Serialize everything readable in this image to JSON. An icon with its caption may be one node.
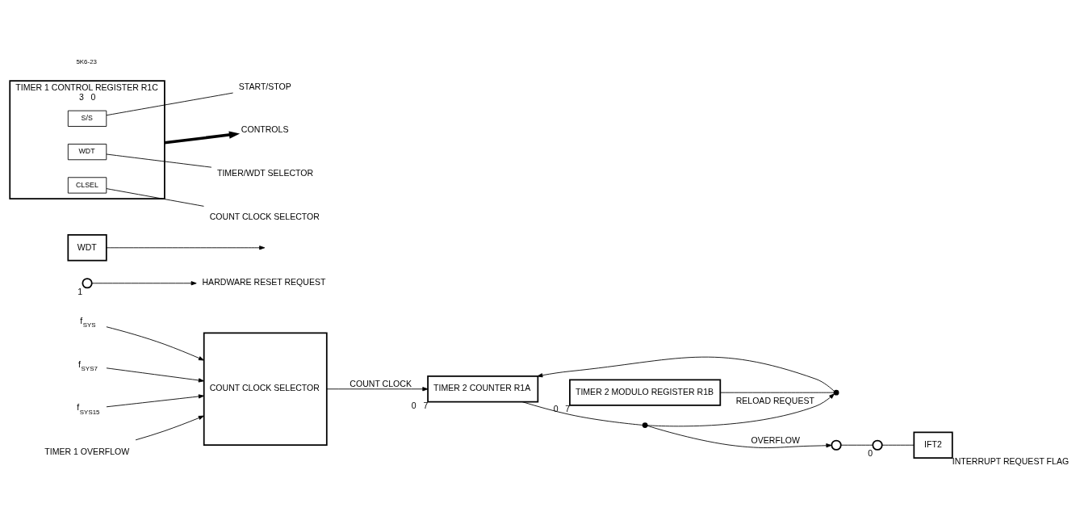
{
  "diagram": {
    "nodes": [
      {
        "text": [
          "COUNT CLOCK SELECTOR"
        ]
      },
      {
        "text": [
          "f$_{SYS}$"
        ]
      },
      {
        "text": [
          "f$_{SYS7}$"
        ]
      },
      {
        "text": [
          "f$_{SYS15}$"
        ]
      },
      {
        "text": [
          "TIMER 1 OVERFLOW"
        ]
      },
      {
        "text": [
          "TIMER 2 MODULO REGISTER R1B"
        ],
        "beside": [
          "0",
          "7"
        ]
      },
      {
        "text": [
          "TIMER 2 COUNTER R1A"
        ],
        "beside": [
          "0",
          "7"
        ]
      },
      {
        "text": [],
        "shape": "dot"
      },
      {
        "text": [],
        "shape": "dot"
      },
      {
        "text": [],
        "shape": "circle"
      },
      {
        "text": [],
        "shape": "circle",
        "beside": [
          "0"
        ]
      },
      {
        "text": [],
        "shape": "circle",
        "beside": [
          "1"
        ]
      },
      {
        "text": [
          "INTERRUPT REQUEST FLAG",
          "IFT2"
        ]
      },
      {
        "text": [
          "HARDWARE RESET REQUEST"
        ]
      },
      {
        "text": [
          "WDT"
        ]
      },
      {
        "text": [
          "TIMER 1 CONTROL REGISTER R1C"
        ],
        "beside": [
          "3",
          "0"
        ]
      },
      {
        "text": [
          "S/S"
        ],
        "in": 15
      },
      {
        "text": [
          "WDT"
        ],
        "in": 15
      },
      {
        "text": [
          "CLSEL"
        ],
        "in": 15
      },
      {
        "text": [
          "CONTROLS"
        ]
      },
      {
        "text": [
          "COUNT CLOCK SELECTOR"
        ]
      },
      {
        "text": [
          "TIMER/WDT SELECTOR"
        ]
      },
      {
        "text": [
          "START/STOP"
        ]
      }
    ],
    "edges": [
      {
        "from": 1,
        "to": 0,
        "arrow": "to"
      },
      {
        "from": 2,
        "to": 0,
        "arrow": "to"
      },
      {
        "from": 3,
        "to": 0,
        "arrow": "to"
      },
      {
        "from": 4,
        "to": 0,
        "arrow": "to"
      },
      {
        "from": 0,
        "to": 6,
        "arrow": "to",
        "label": "COUNT CLOCK"
      },
      {
        "from": 5,
        "to": 7,
        "arrow": "none"
      },
      {
        "from": 7,
        "to": 6,
        "arrow": "to"
      },
      {
        "from": 6,
        "to": 8,
        "arrow": "none"
      },
      {
        "from": 8,
        "to": 7,
        "arrow": "to",
        "label": "RELOAD REQUEST"
      },
      {
        "from": 8,
        "to": 9,
        "arrow": "to",
        "label": "OVERFLOW"
      },
      {
        "from": 9,
        "to": 10,
        "arrow": "none"
      },
      {
        "from": 10,
        "to": 12,
        "arrow": "none"
      },
      {
        "from": 11,
        "to": 13,
        "arrow": "to"
      },
      {
        "from": 14,
        "to": null,
        "arrow": "to"
      },
      {
        "from": 15,
        "to": 19,
        "arrow": "to",
        "style": "thick"
      },
      {
        "from": 18,
        "to": 20,
        "arrow": "none"
      },
      {
        "from": 17,
        "to": 21,
        "arrow": "none"
      },
      {
        "from": 16,
        "to": 22,
        "arrow": "none"
      }
    ],
    "labels": [
      "5K6-23"
    ]
  }
}
